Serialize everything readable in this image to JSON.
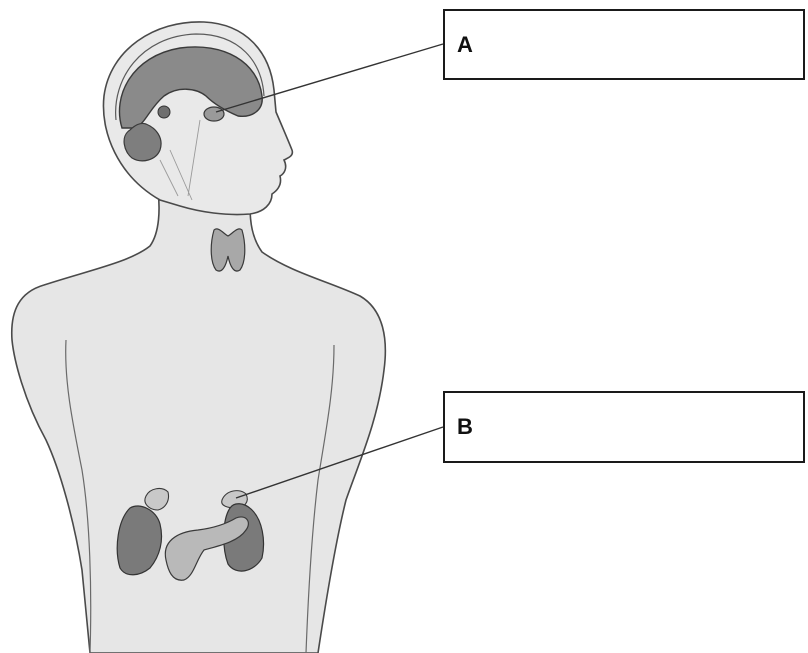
{
  "labels": {
    "a": "A",
    "b": "B"
  },
  "icons": {
    "figure": "human-torso-endocrine-figure"
  },
  "colors": {
    "skin": "#e6e6e6",
    "outline": "#4a4a4a",
    "brain": "#8a8a8a",
    "organ_dark": "#7a7a7a",
    "pancreas": "#b9b9b9",
    "thyroid": "#a8a8a8",
    "adrenal": "#c8c8c8",
    "pointer": "#333333"
  }
}
